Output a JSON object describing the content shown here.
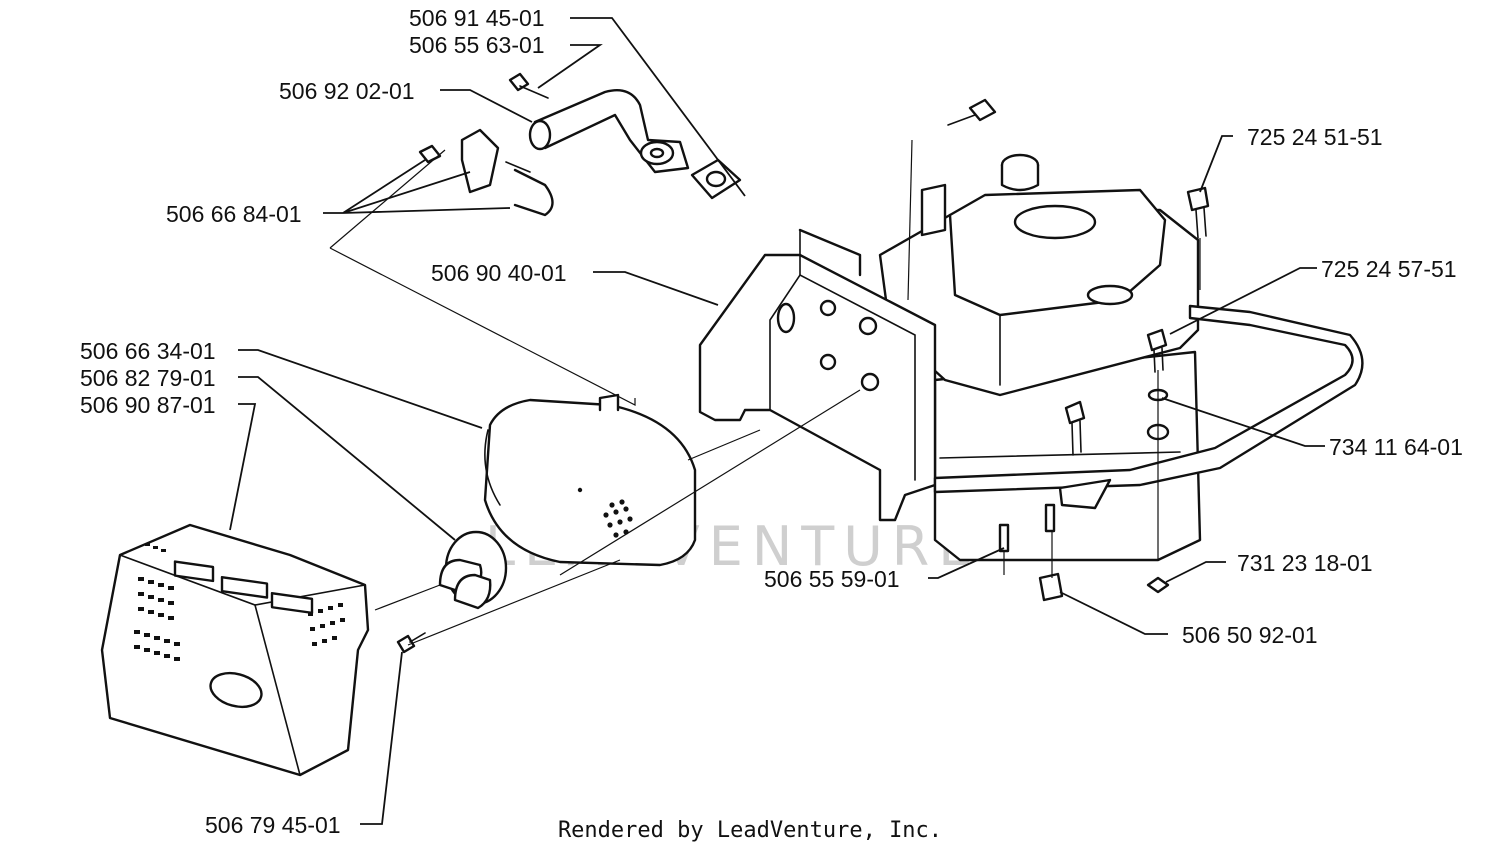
{
  "labels": {
    "p1": "506 91 45-01",
    "p2": "506 55 63-01",
    "p3": "506 92 02-01",
    "p4": "506 66 84-01",
    "p5": "506 90 40-01",
    "p6": "506 66 34-01",
    "p7": "506 82 79-01",
    "p8": "506 90 87-01",
    "p9": "506 79 45-01",
    "p10": "725 24 51-51",
    "p11": "725 24 57-51",
    "p12": "734 11 64-01",
    "p13": "731 23 18-01",
    "p14": "506 55 59-01",
    "p15": "506 50 92-01"
  },
  "watermark": "LEADVENTURE",
  "credit": "Rendered by LeadVenture, Inc."
}
